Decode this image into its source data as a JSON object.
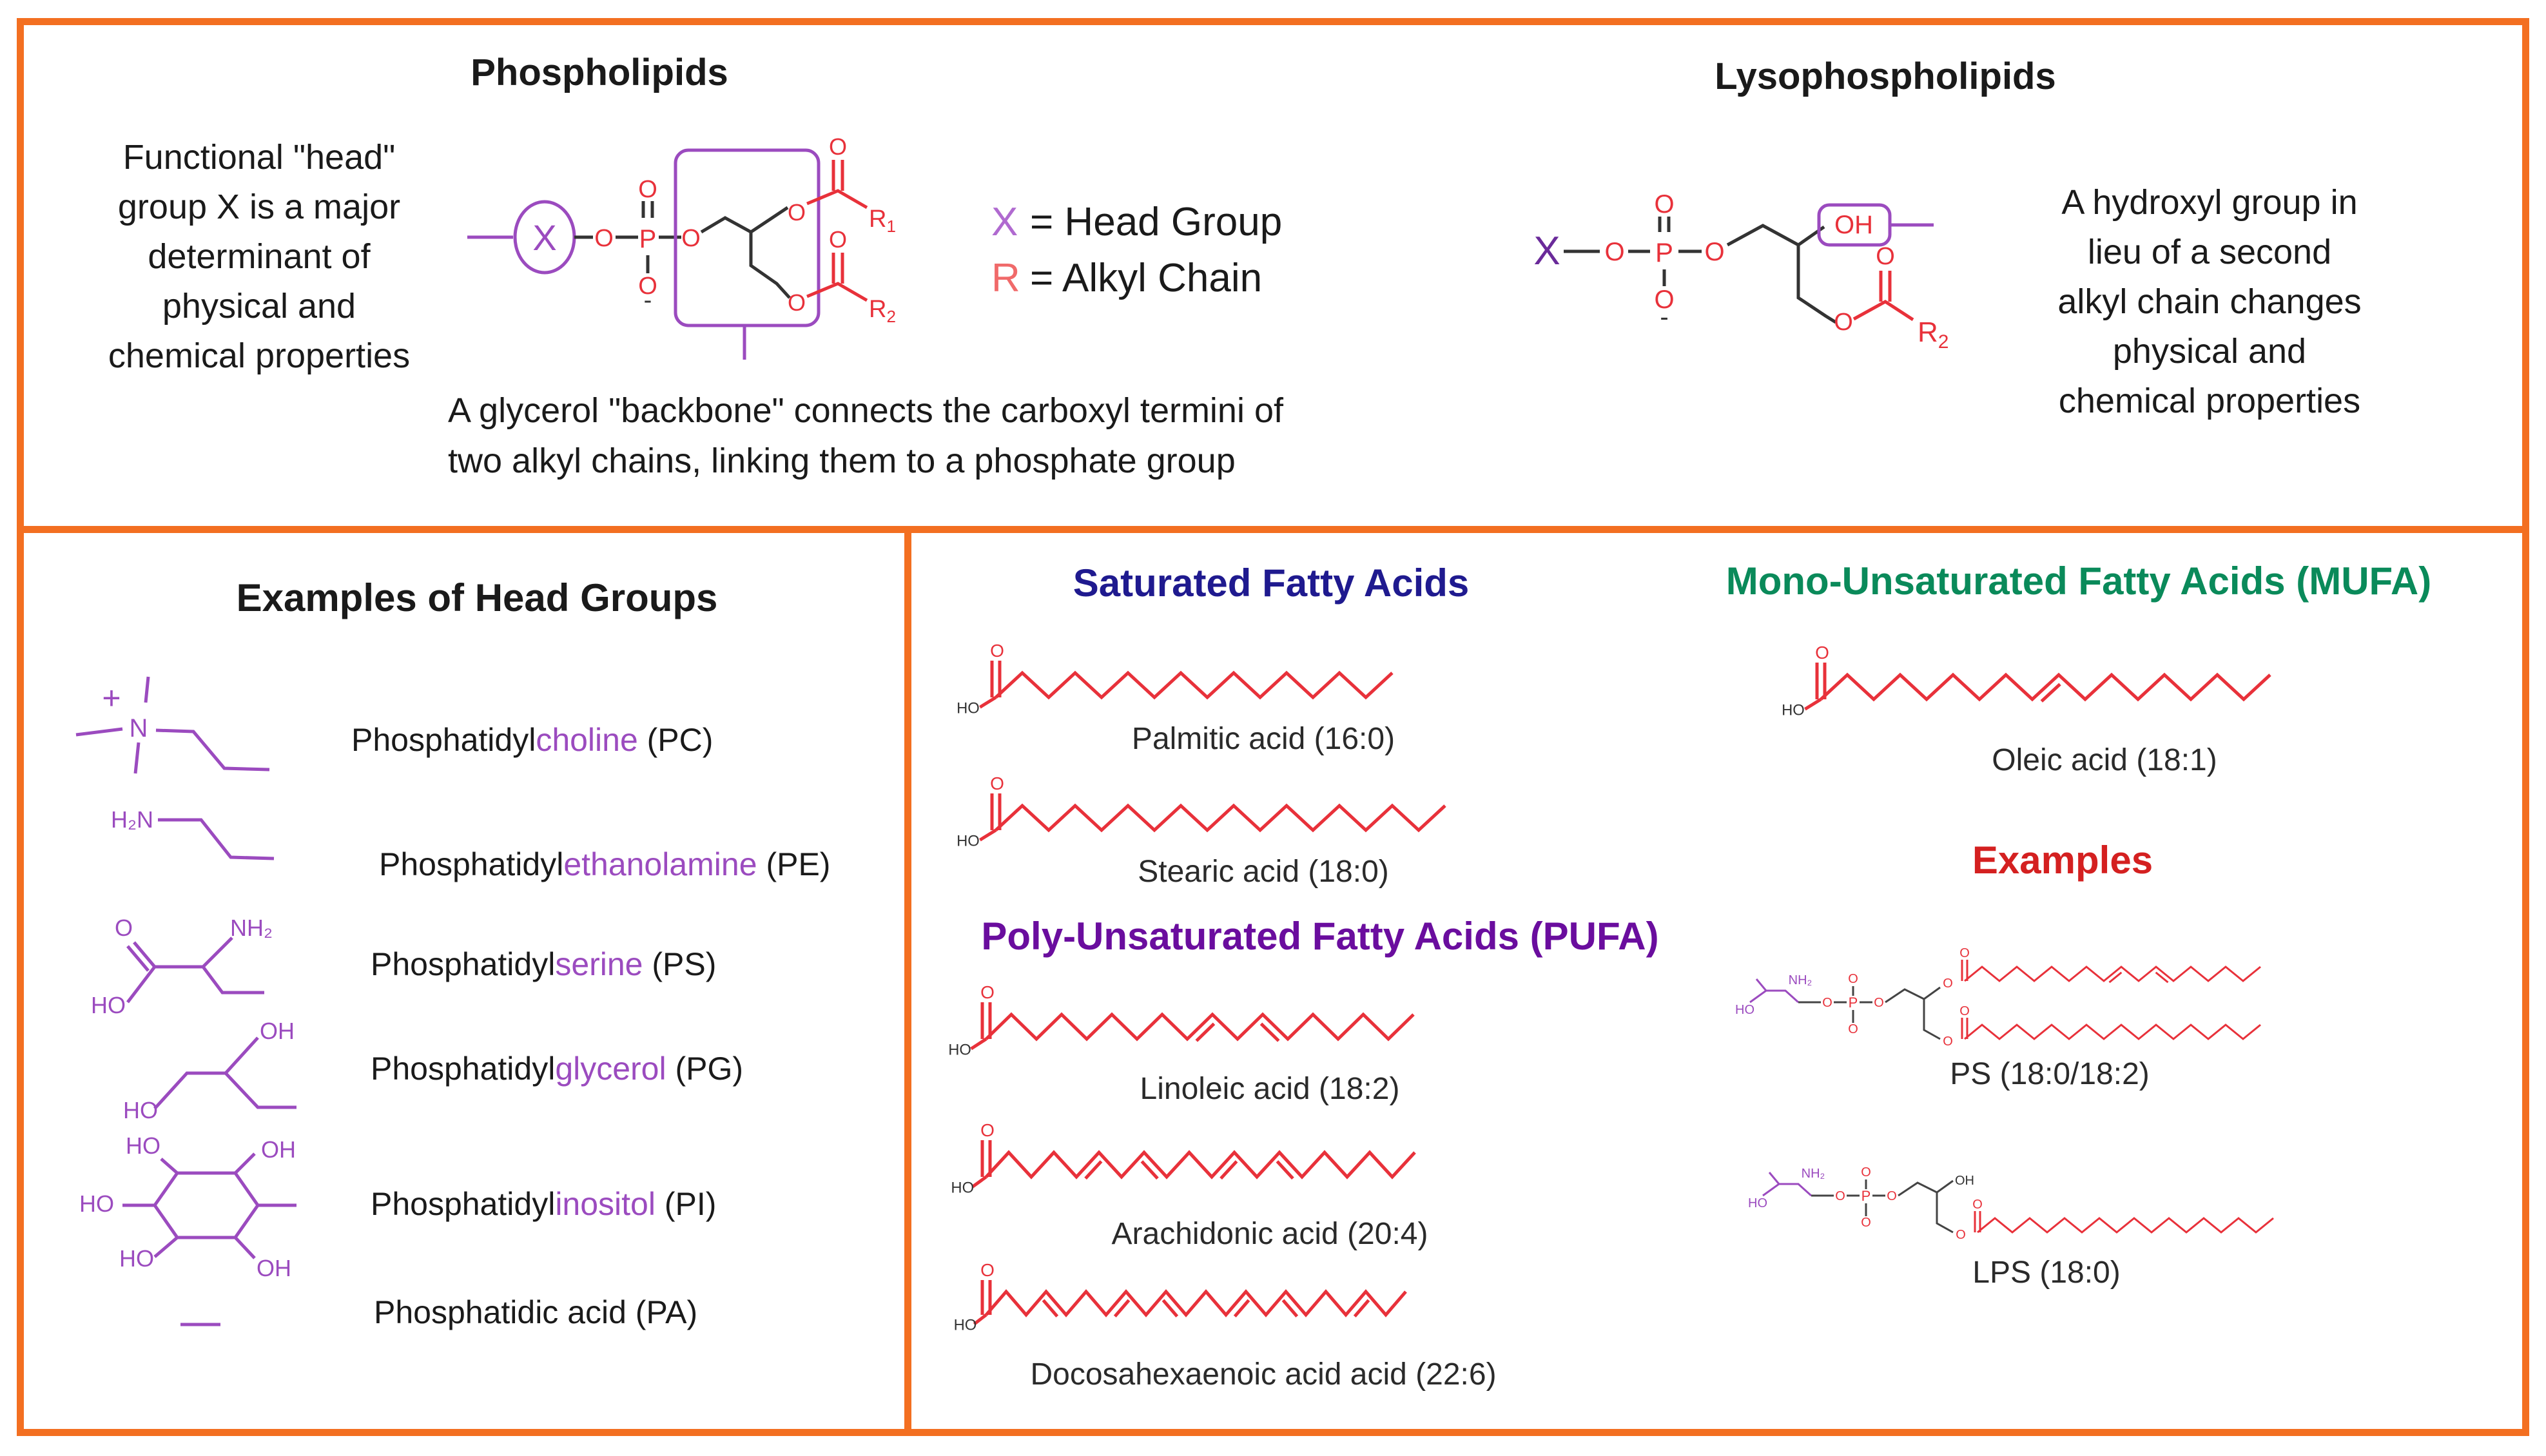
{
  "colors": {
    "border": "#f36f21",
    "head_purple": "#9b4bbf",
    "chain_red": "#e8313a",
    "text": "#1a1a1a",
    "saturated_title": "#1f1a8f",
    "mufa_title": "#0a8a5a",
    "pufa_title": "#6a0d9e",
    "examples_title": "#d42020"
  },
  "top": {
    "phospholipids_title": "Phospholipids",
    "lyso_title": "Lysophospholipids",
    "head_note": [
      "Functional \"head\"",
      "group X is a major",
      "determinant of",
      "physical and",
      "chemical properties"
    ],
    "glycerol_note": [
      "A glycerol \"backbone\" connects the carboxyl termini of",
      "two alkyl chains, linking them to a phosphate group"
    ],
    "legend_x_symbol": "X",
    "legend_x_text": "= Head Group",
    "legend_r_symbol": "R",
    "legend_r_text": "= Alkyl Chain",
    "lyso_note": [
      "A hydroxyl group in",
      "lieu of a second",
      "alkyl chain changes",
      "physical and",
      "chemical properties"
    ],
    "atoms": {
      "x": "X",
      "o": "O",
      "p": "P",
      "r1": "R",
      "r1_sub": "1",
      "r2": "R",
      "r2_sub": "2",
      "oh": "OH",
      "minus": "-"
    }
  },
  "head_groups": {
    "title": "Examples of Head Groups",
    "items": [
      {
        "prefix": "Phosphatidyl",
        "highlight": "choline",
        "suffix": " (PC)"
      },
      {
        "prefix": "Phosphatidyl",
        "highlight": "ethanolamine",
        "suffix": " (PE)"
      },
      {
        "prefix": "Phosphatidyl",
        "highlight": "serine",
        "suffix": " (PS)"
      },
      {
        "prefix": "Phosphatidyl",
        "highlight": "glycerol",
        "suffix": " (PG)"
      },
      {
        "prefix": "Phosphatidyl",
        "highlight": "inositol",
        "suffix": " (PI)"
      },
      {
        "prefix": "Phosphatidic acid (PA)",
        "highlight": "",
        "suffix": ""
      }
    ],
    "atoms": {
      "plus": "+",
      "n": "N",
      "h2n": "H₂N",
      "o": "O",
      "nh2": "NH₂",
      "ho": "HO",
      "oh": "OH"
    }
  },
  "fatty_acids": {
    "saturated_title": "Saturated Fatty Acids",
    "mufa_title": "Mono-Unsaturated Fatty Acids (MUFA)",
    "pufa_title": "Poly-Unsaturated Fatty Acids (PUFA)",
    "examples_title": "Examples",
    "ho_label": "HO",
    "o_label": "O",
    "palmitic": "Palmitic acid (16:0)",
    "stearic": "Stearic acid (18:0)",
    "oleic": "Oleic acid (18:1)",
    "linoleic": "Linoleic acid (18:2)",
    "arachidonic": "Arachidonic acid (20:4)",
    "dha": "Docosahexaenoic acid acid (22:6)",
    "ps_example": "PS (18:0/18:2)",
    "lps_example": "LPS (18:0)"
  }
}
